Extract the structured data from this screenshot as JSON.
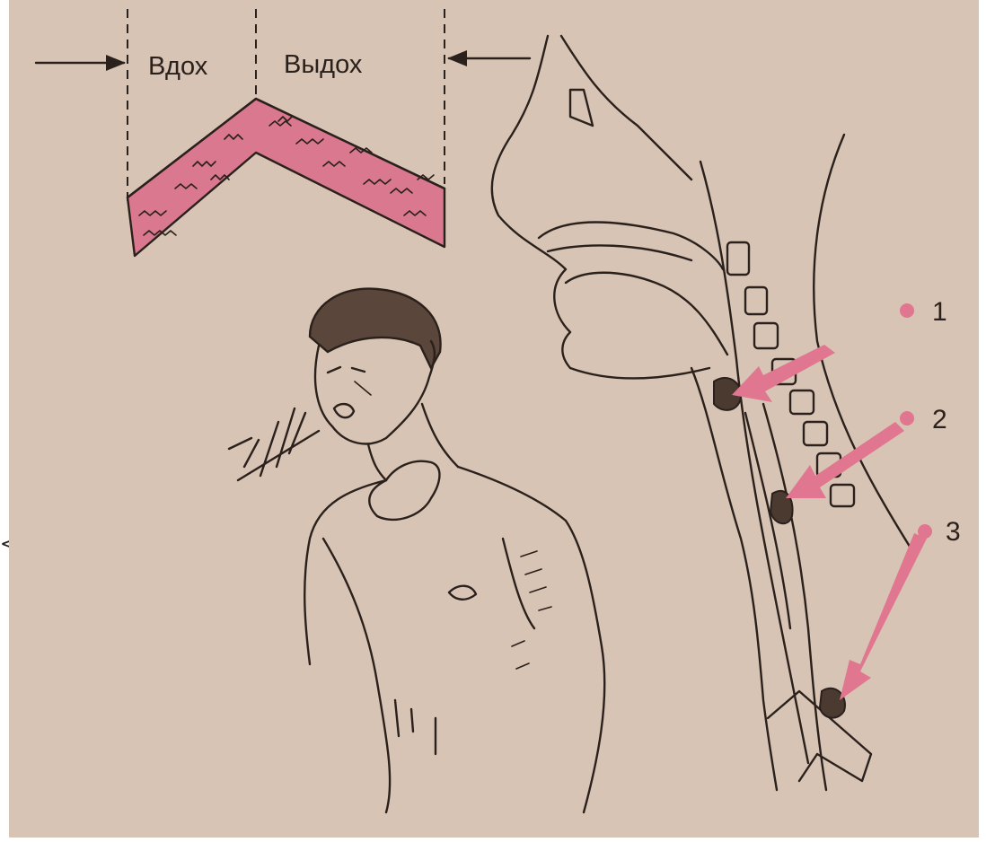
{
  "phase_chart": {
    "inhale_label": "Вдох",
    "exhale_label": "Выдох"
  },
  "levels": [
    {
      "label": "1"
    },
    {
      "label": "2"
    },
    {
      "label": "3"
    }
  ],
  "colors": {
    "paper": "#d8c4b4",
    "ink": "#2a201c",
    "band_pink": "#d9788f",
    "marker_pink": "#e0768f",
    "lesion": "#4a3a30"
  },
  "margin_mark": "<"
}
